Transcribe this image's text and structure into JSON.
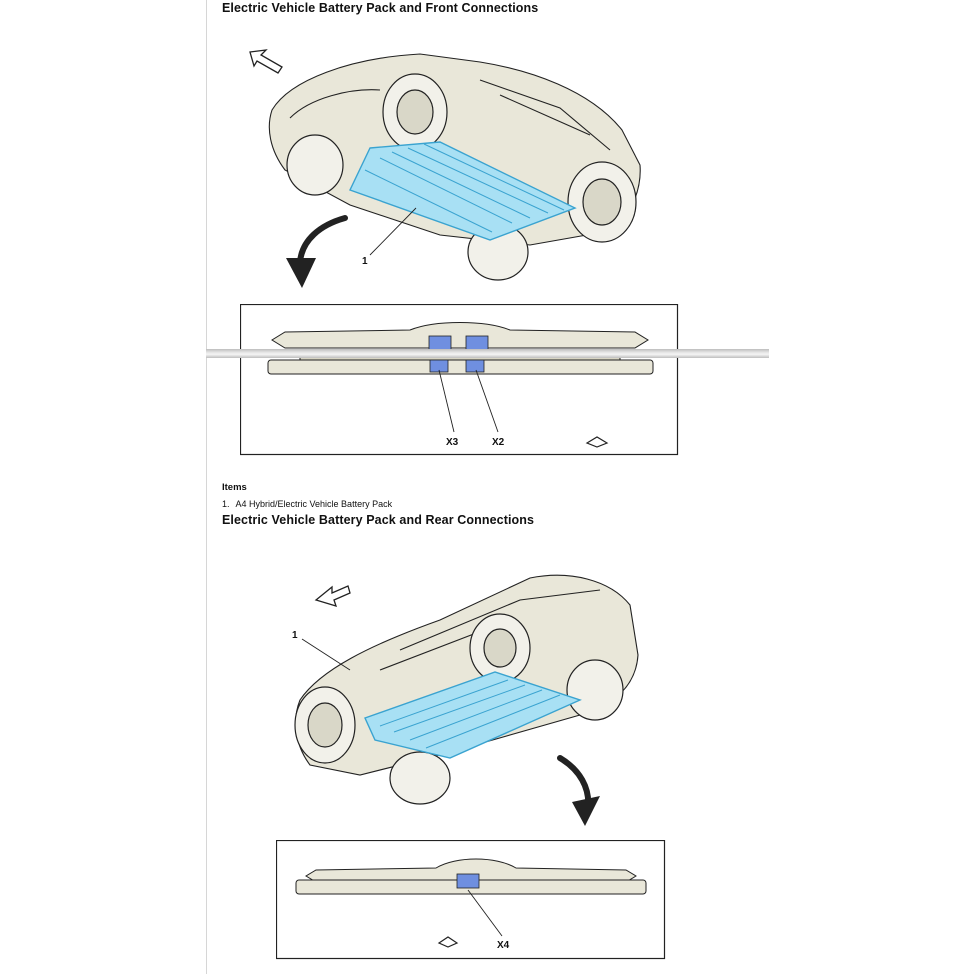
{
  "figures": [
    {
      "title": "Electric Vehicle Battery Pack and Front Connections",
      "callouts": {
        "battery": "1",
        "connector_a": "X3",
        "connector_b": "X2"
      }
    },
    {
      "title": "Electric Vehicle Battery Pack and Rear Connections",
      "callouts": {
        "battery": "1",
        "connector_a": "X4"
      }
    }
  ],
  "items": {
    "heading": "Items",
    "list": [
      {
        "number": "1.",
        "label": "A4 Hybrid/Electric Vehicle Battery Pack"
      }
    ]
  },
  "colors": {
    "battery_fill": "#a8e0f4",
    "battery_stroke": "#3aa3d0",
    "body_fill": "#e9e7d9",
    "line": "#222222",
    "connector": "#6f8fe0"
  },
  "icons": [
    "direction-arrow-icon",
    "rotate-arrow-icon",
    "view-eye-icon"
  ]
}
